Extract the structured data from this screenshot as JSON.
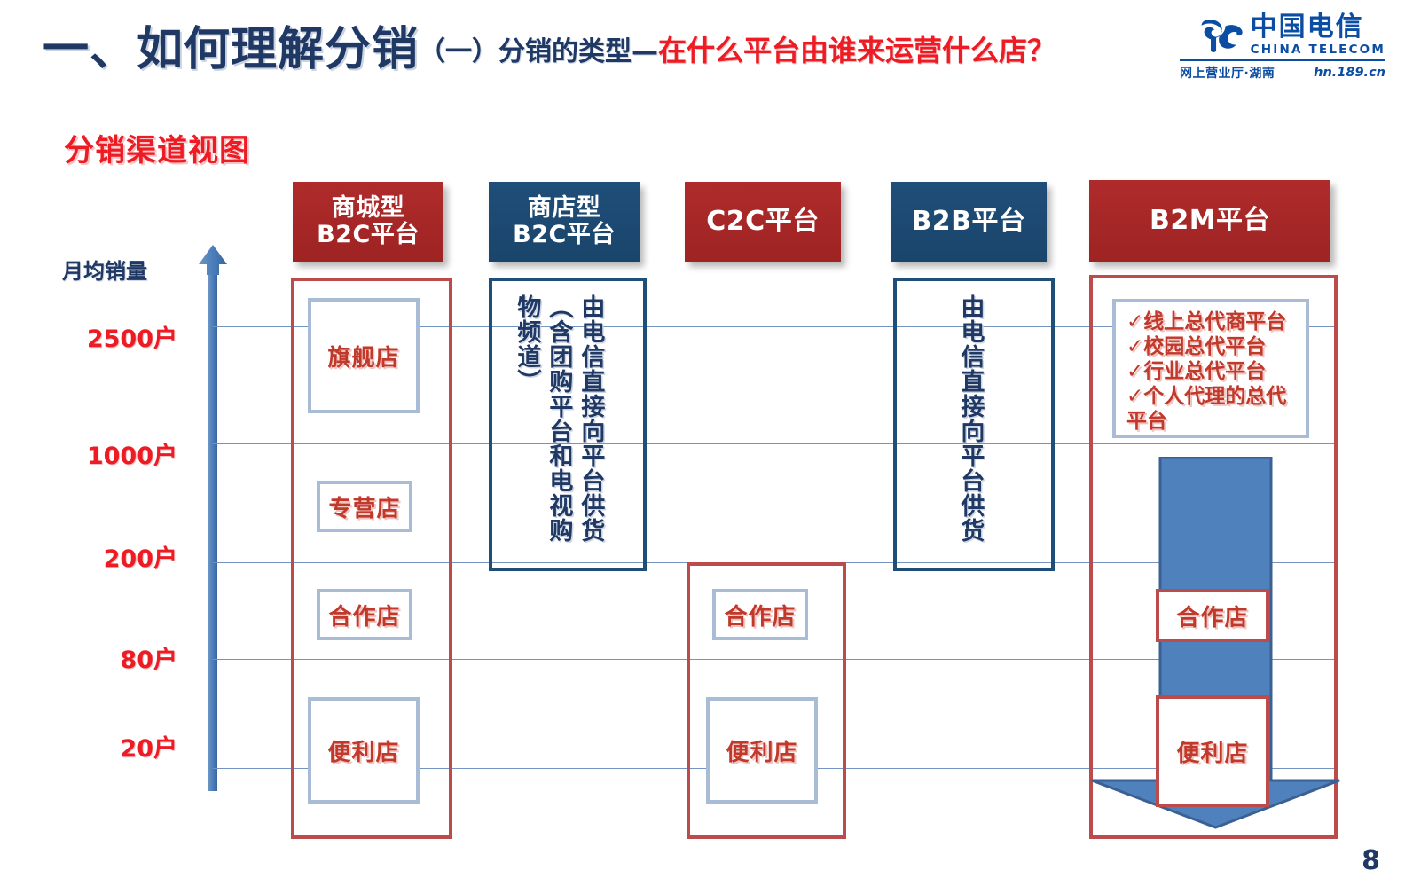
{
  "header": {
    "title_main": "一、如何理解分销",
    "title_sub": "（一）分销的类型—",
    "title_red": "在什么平台由谁来运营什么店？",
    "logo": {
      "cn_name": "中国电信",
      "en_name": "CHINA TELECOM",
      "sub_cn": "网上营业厅·湖南",
      "url": "hn.189.cn",
      "brand_color": "#0B4DA2"
    }
  },
  "section_label": "分销渠道视图",
  "page_number": "8",
  "chart_data": {
    "type": "table",
    "title": "分销渠道视图",
    "ylabel": "月均销量",
    "ytick_labels": [
      "2500户",
      "1000户",
      "200户",
      "80户",
      "20户"
    ],
    "ytick_values": [
      2500,
      1000,
      200,
      80,
      20
    ],
    "grid": true,
    "categories": [
      "商城型B2C平台",
      "商店型B2C平台",
      "C2C平台",
      "B2B平台",
      "B2M平台"
    ],
    "series": [
      {
        "name": "商城型B2C平台",
        "header_label": "商城型\nB2C平台",
        "header_color": "#A32B2B",
        "items": [
          {
            "label": "旗舰店",
            "level": "2500户"
          },
          {
            "label": "专营店",
            "level": "1000户"
          },
          {
            "label": "合作店",
            "level": "200户"
          },
          {
            "label": "便利店",
            "level": "20户"
          }
        ]
      },
      {
        "name": "商店型B2C平台",
        "header_label": "商店型\nB2C平台",
        "header_color": "#1F4E79",
        "note": "由电信直接向平台供货（含团购平台和电视购物频道）",
        "items": []
      },
      {
        "name": "C2C平台",
        "header_label": "C2C平台",
        "header_color": "#A32B2B",
        "items": [
          {
            "label": "合作店",
            "level": "200户"
          },
          {
            "label": "便利店",
            "level": "20户"
          }
        ]
      },
      {
        "name": "B2B平台",
        "header_label": "B2B平台",
        "header_color": "#1F4E79",
        "note": "由电信直接向平台供货",
        "items": []
      },
      {
        "name": "B2M平台",
        "header_label": "B2M平台",
        "header_color": "#A32B2B",
        "checklist": [
          "✓线上总代商平台",
          "✓校园总代平台",
          "✓行业总代平台",
          "✓个人代理的总代",
          "平台"
        ],
        "items": [
          {
            "label": "合作店",
            "level": "200户"
          },
          {
            "label": "便利店",
            "level": "20户"
          }
        ]
      }
    ]
  },
  "columns": {
    "c1": {
      "header": {
        "line1": "商城型",
        "line2": "B2C平台"
      },
      "store1": "旗舰店",
      "store2": "专营店",
      "store3": "合作店",
      "store4": "便利店"
    },
    "c2": {
      "header": {
        "line1": "商店型",
        "line2": "B2C平台"
      },
      "vtext_1": "由电信直接向平台供货",
      "vtext_2": "（含团购平台和电视购",
      "vtext_3": "物频道）"
    },
    "c3": {
      "header": {
        "line1": "C2C平台",
        "line2": ""
      },
      "store1": "合作店",
      "store2": "便利店"
    },
    "c4": {
      "header": {
        "line1": "B2B平台",
        "line2": ""
      },
      "vtext_1": "由电信直接向平台供货"
    },
    "c5": {
      "header": {
        "line1": "B2M平台",
        "line2": ""
      },
      "check1": "✓线上总代商平台",
      "check2": "✓校园总代平台",
      "check3": "✓行业总代平台",
      "check4": "✓个人代理的总代",
      "check5": "平台",
      "store1": "合作店",
      "store2": "便利店"
    }
  },
  "axis": {
    "label": "月均销量",
    "tick1": "2500户",
    "tick2": "1000户",
    "tick3": "200户",
    "tick4": "80户",
    "tick5": "20户"
  }
}
